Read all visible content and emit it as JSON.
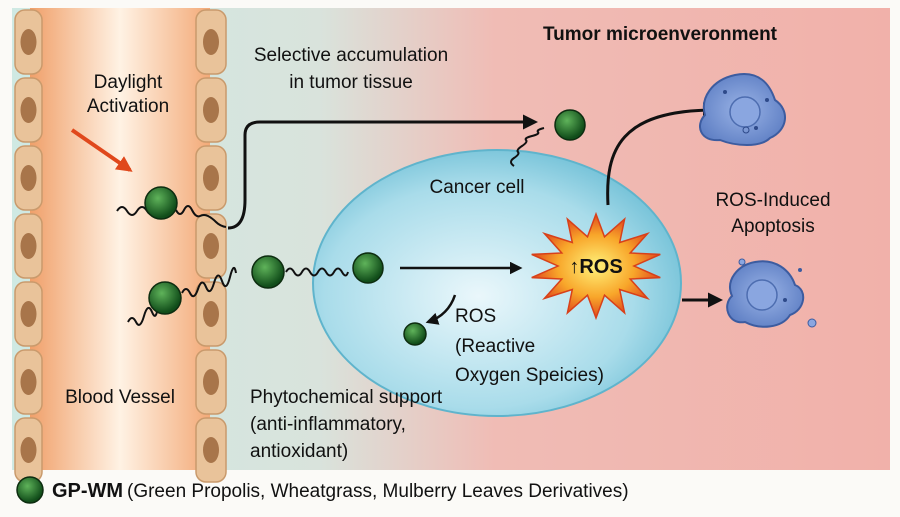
{
  "labels": {
    "daylight_1": "Daylight",
    "daylight_2": "Activation",
    "selective_1": "Selective accumulation",
    "selective_2": "in tumor tissue",
    "tumor_micro": "Tumor microenveronment",
    "cancer_cell": "Cancer cell",
    "ros_burst": "↑ROS",
    "ros_1": "ROS",
    "ros_2": "(Reactive",
    "ros_3": "Oxygen Speicies)",
    "apoptosis_1": "ROS-Induced",
    "apoptosis_2": "Apoptosis",
    "blood_vessel": "Blood Vessel",
    "phyto_1": "Phytochemical support",
    "phyto_2": "(anti-inflammatory,",
    "phyto_3": "antioxidant)"
  },
  "legend": {
    "abbr": "GP-WM",
    "description": "(Green Propolis, Wheatgrass, Mulberry Leaves Derivatives)"
  },
  "colors": {
    "vessel": "#f5b98a",
    "tumor_bg": "#f2b4ae",
    "tissue_bg": "#cfe8e2",
    "cancer_cell": "#9fd6e8",
    "particle": "#1f6e2a",
    "apoptotic_cell": "#6f8fcf",
    "arrow_red": "#e0481c"
  }
}
